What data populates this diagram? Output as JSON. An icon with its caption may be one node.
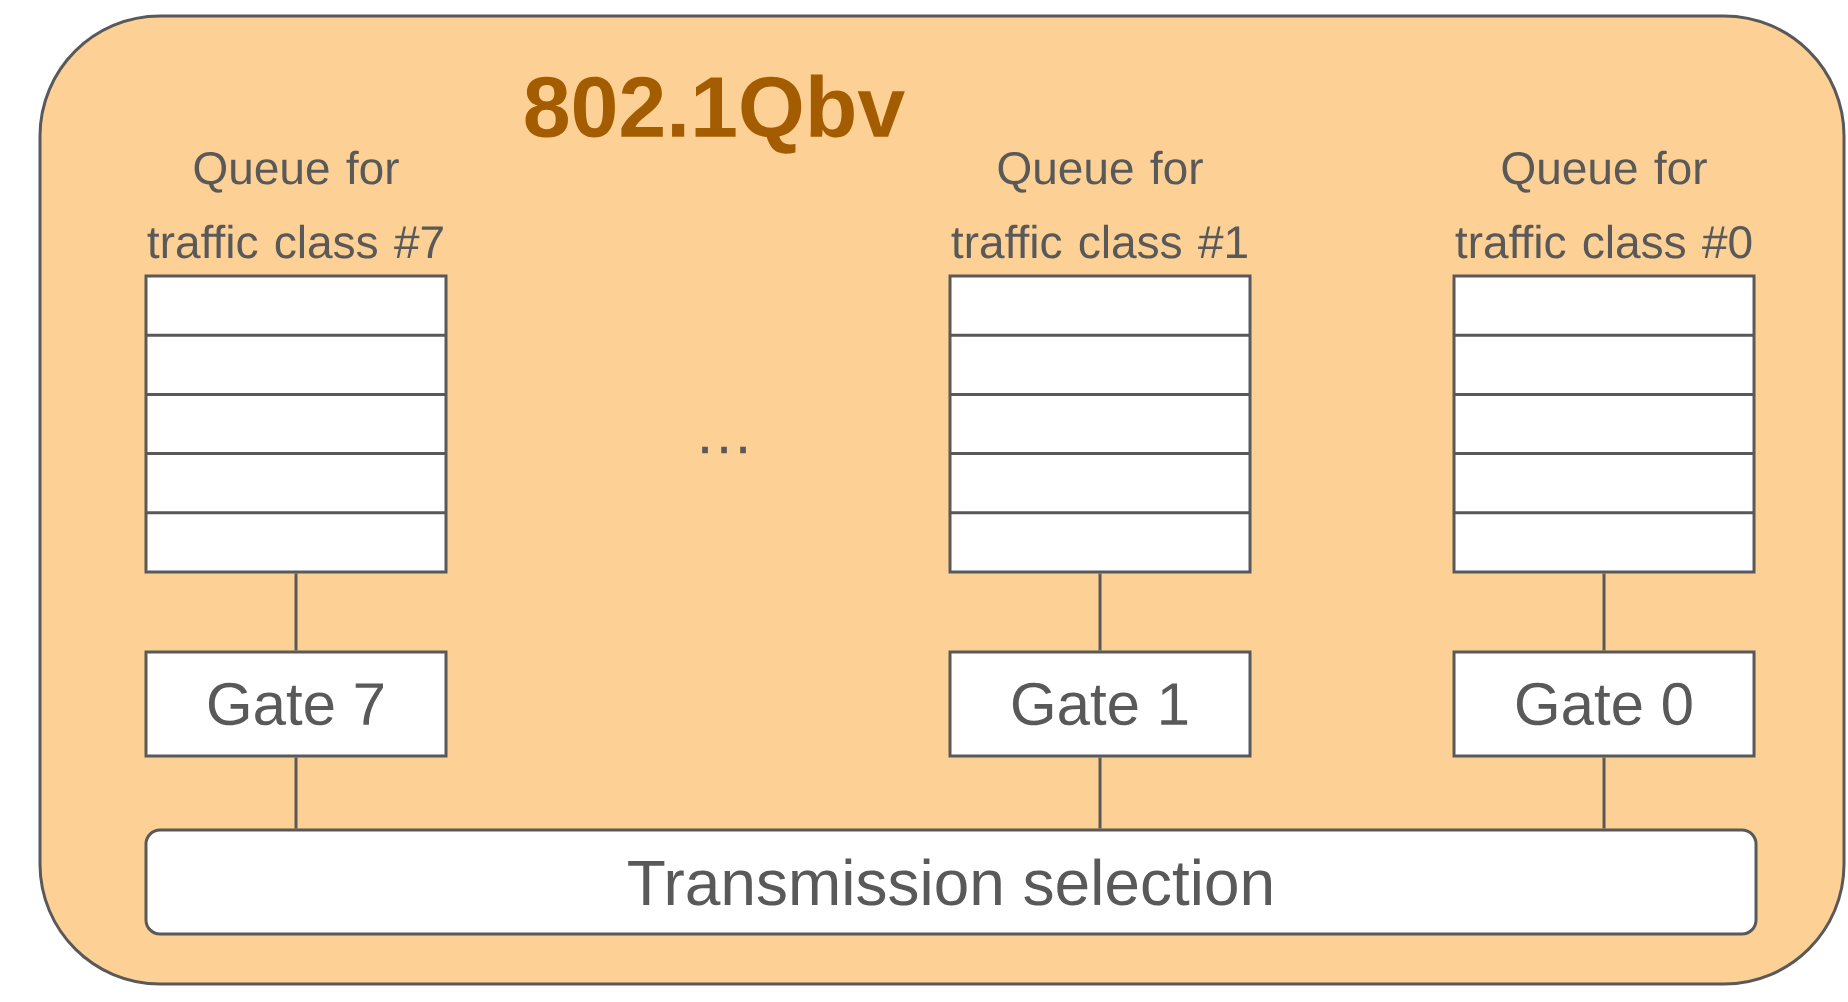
{
  "diagram": {
    "nodes": [
      {
        "text": [
          "802.1Qbv"
        ]
      },
      {
        "text": [
          "Queue for traffic class #7"
        ],
        "in": 0
      },
      {
        "text": [
          "Queue for traffic class #1"
        ],
        "in": 0
      },
      {
        "text": [
          "Queue for traffic class #0"
        ],
        "in": 0
      },
      {
        "text": [
          "Gate 7"
        ],
        "in": 0
      },
      {
        "text": [
          "Gate 1"
        ],
        "in": 0
      },
      {
        "text": [
          "Gate 0"
        ],
        "in": 0
      },
      {
        "text": [
          "Transmission selection"
        ],
        "in": 0
      }
    ],
    "edges": [
      {
        "from": 1,
        "to": 4,
        "arrow": "none"
      },
      {
        "from": 2,
        "to": 5,
        "arrow": "none"
      },
      {
        "from": 3,
        "to": 6,
        "arrow": "none"
      },
      {
        "from": 4,
        "to": 7,
        "arrow": "none"
      },
      {
        "from": 5,
        "to": 7,
        "arrow": "none"
      },
      {
        "from": 6,
        "to": 7,
        "arrow": "none"
      }
    ],
    "labels": [
      "…"
    ]
  }
}
